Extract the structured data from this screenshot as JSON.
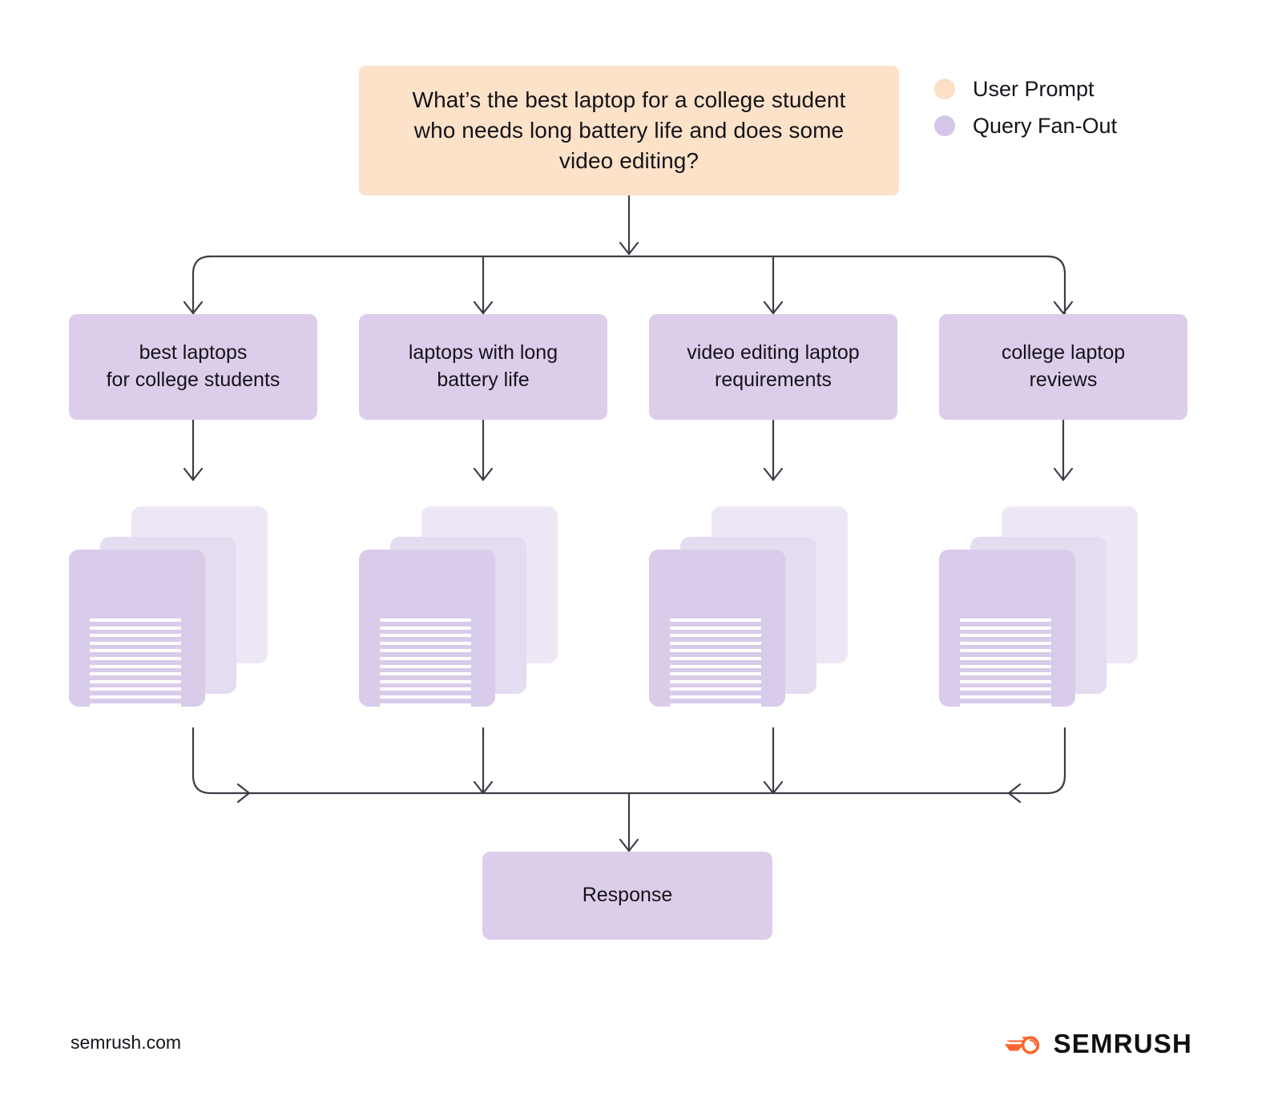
{
  "diagram": {
    "prompt": {
      "text": "What’s the best laptop for a college student who needs long battery life and does some video editing?",
      "color": "#FCE2C8"
    },
    "fanout_color": "#DCCEEB",
    "fanout_queries": [
      {
        "label": "best laptops\nfor college students"
      },
      {
        "label": "laptops with long\nbattery life"
      },
      {
        "label": "video editing laptop\nrequirements"
      },
      {
        "label": "college laptop\nreviews"
      }
    ],
    "documents": {
      "icon": "document-stack-icon",
      "cards_per_stack": 3,
      "lines_per_card": 14,
      "front_color": "#D9CCEA",
      "mid_color": "#E4DCF0",
      "back_color": "#EDE7F5"
    },
    "response": {
      "label": "Response",
      "color": "#DCCEEB"
    },
    "connector_color": "#3d3d46"
  },
  "legend": {
    "items": [
      {
        "label": "User Prompt",
        "color": "#FCE0C4",
        "icon": "legend-dot-icon"
      },
      {
        "label": "Query Fan-Out",
        "color": "#D3C6E8",
        "icon": "legend-dot-icon"
      }
    ]
  },
  "footer": {
    "domain": "semrush.com",
    "brand": "SEMRUSH",
    "brand_icon": "semrush-comet-logo-icon",
    "brand_color": "#FF642D"
  }
}
